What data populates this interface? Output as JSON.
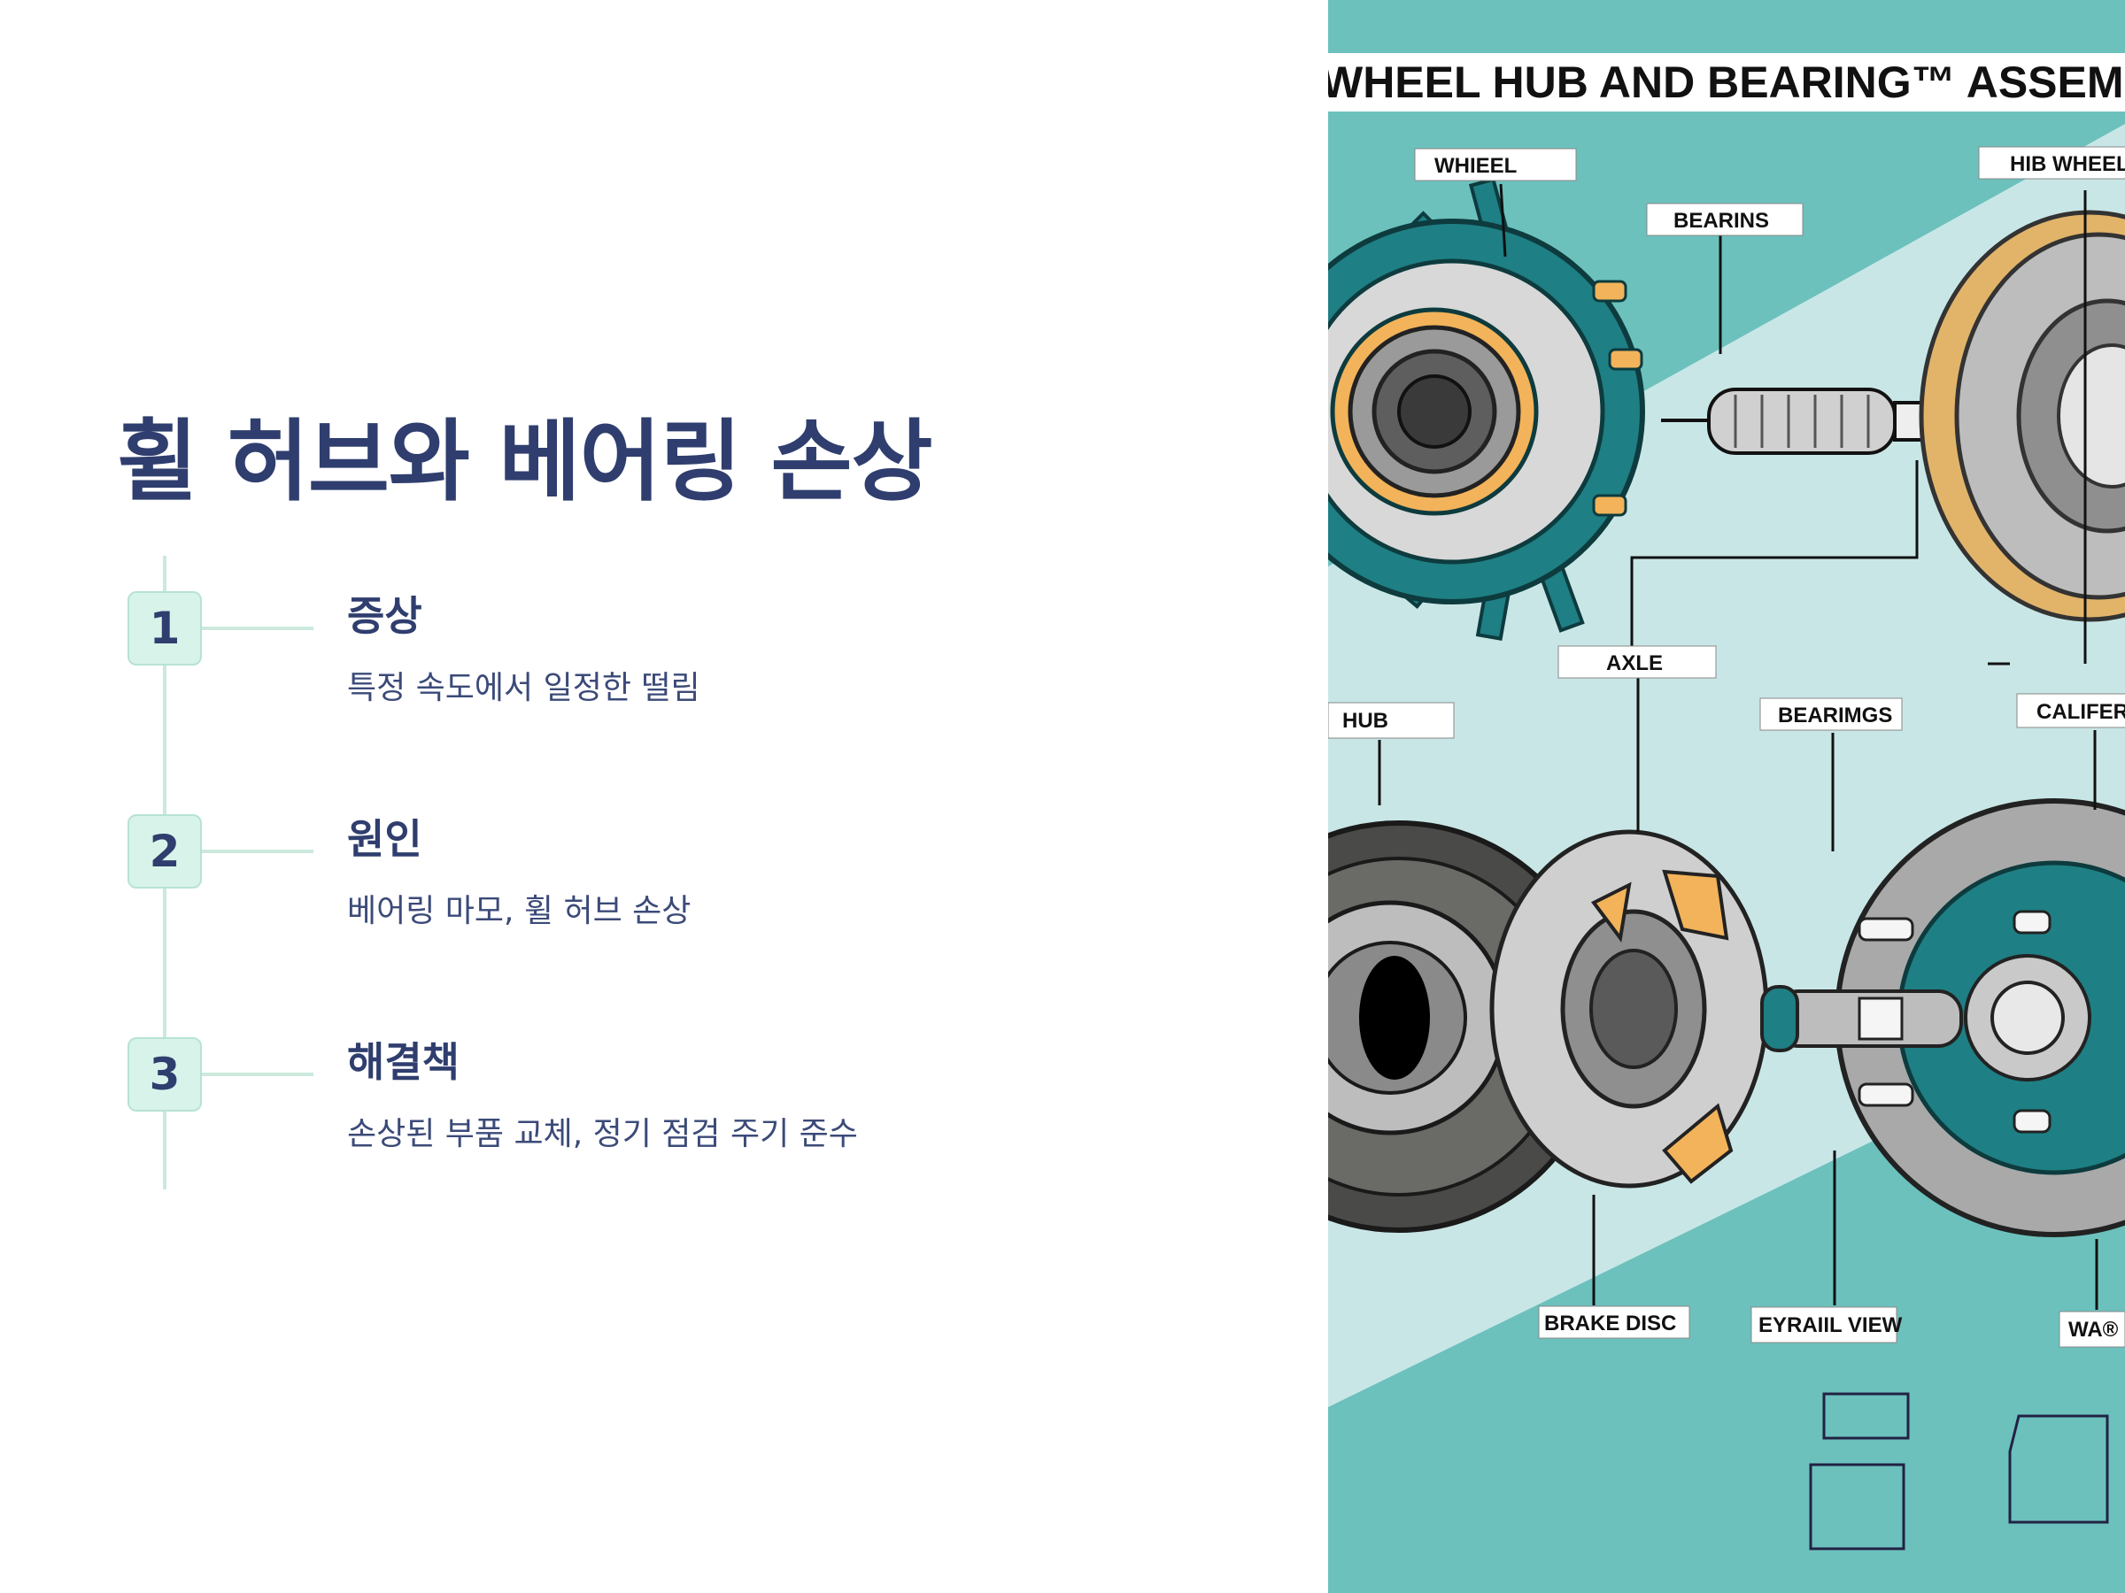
{
  "slide": {
    "title": "휠 허브와 베어링 손상",
    "steps": [
      {
        "number": "1",
        "heading": "증상",
        "description": "특정 속도에서 일정한 떨림"
      },
      {
        "number": "2",
        "heading": "원인",
        "description": "베어링 마모, 휠 허브 손상"
      },
      {
        "number": "3",
        "heading": "해결책",
        "description": "손상된 부품 교체, 정기 점검 주기 준수"
      }
    ]
  },
  "illustration": {
    "banner": "WHEEL HUB AND BEARING™ ASSEMBLY",
    "labels": {
      "wheel": "WHIEEL",
      "bearins": "BEARINS",
      "hib_wheel": "HIB WHEEL",
      "axle": "AXLE",
      "hub": "HUB",
      "bearimgs": "BEARIMGS",
      "califer": "CALIFER",
      "brake_disc": "BRAKE DISC",
      "eyraiil_view": "EYRAIIL VIEW",
      "wa": "WA®"
    }
  },
  "colors": {
    "title": "#2f3e6e",
    "accent_mint": "#d8f3ea",
    "illustration_teal": "#6cc1bd",
    "part_teal": "#1e7f84",
    "part_orange": "#f2b35a"
  }
}
